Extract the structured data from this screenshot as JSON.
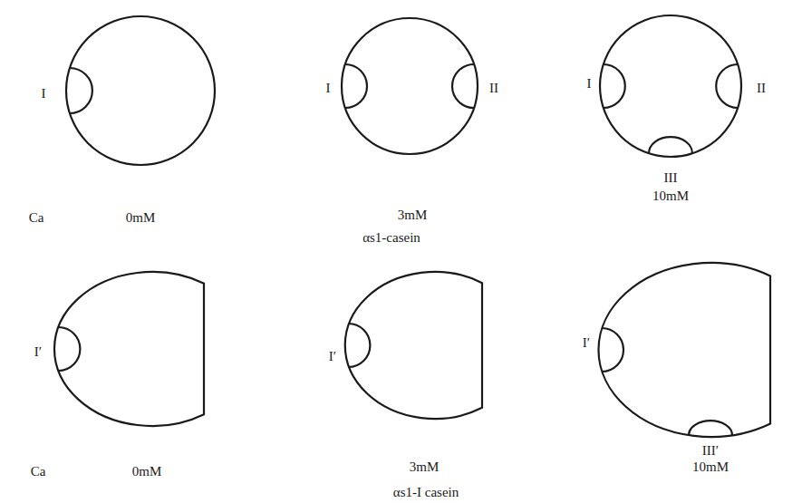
{
  "diagram": {
    "labels": [
      "I",
      "I",
      "II",
      "I",
      "II",
      "III",
      "10mM",
      "Ca",
      "0mM",
      "3mM",
      "αs1-casein",
      "I′",
      "I′",
      "I′",
      "III′",
      "10mM",
      "Ca",
      "0mM",
      "3mM",
      "αs1-I casein"
    ]
  }
}
